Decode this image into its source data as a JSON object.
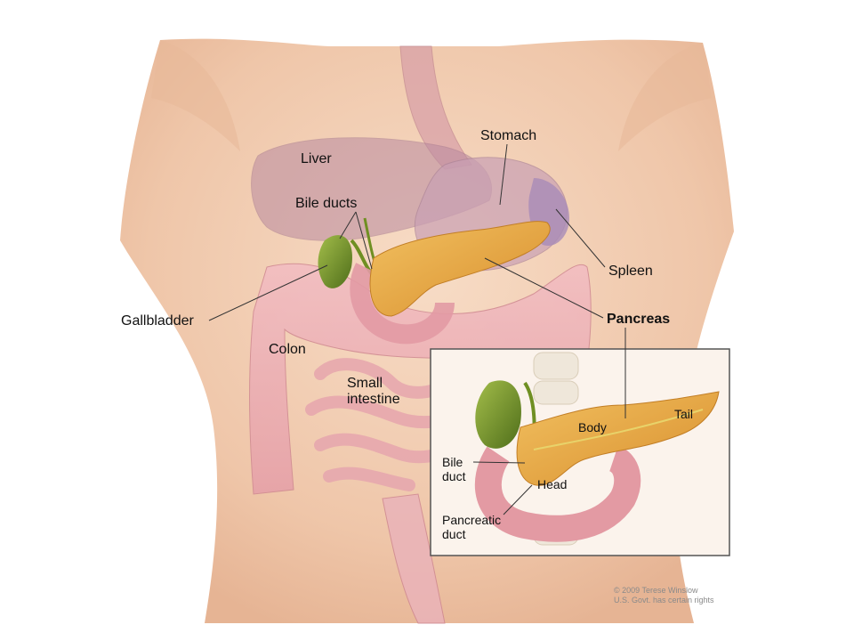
{
  "labels": {
    "liver": "Liver",
    "stomach": "Stomach",
    "bile_ducts": "Bile ducts",
    "spleen": "Spleen",
    "gallbladder": "Gallbladder",
    "pancreas": "Pancreas",
    "colon": "Colon",
    "small_intestine_1": "Small",
    "small_intestine_2": "intestine"
  },
  "inset": {
    "body": "Body",
    "tail": "Tail",
    "head": "Head",
    "bile_duct_1": "Bile",
    "bile_duct_2": "duct",
    "pancreatic_duct_1": "Pancreatic",
    "pancreatic_duct_2": "duct"
  },
  "credit": {
    "line1": "© 2009 Terese Winslow",
    "line2": "U.S. Govt. has certain rights"
  },
  "colors": {
    "skin": "#f3cfb4",
    "pancreas": "#e8a940",
    "gallbladder": "#7a9a2a",
    "intestine": "#e8a6ad",
    "stomach": "#c9a0b4"
  }
}
